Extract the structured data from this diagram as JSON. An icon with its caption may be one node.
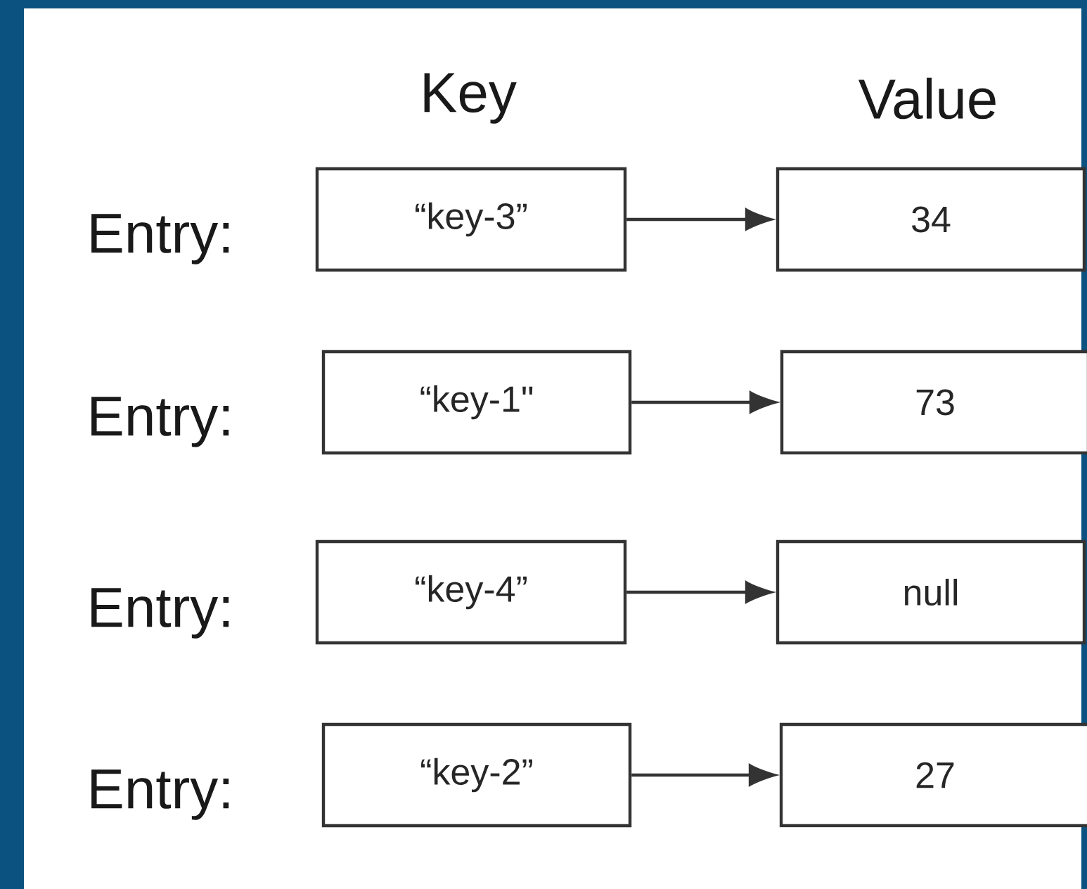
{
  "diagram": {
    "nodes": [
      {
        "text": [
          "“key-3”"
        ]
      },
      {
        "text": [
          "34"
        ]
      },
      {
        "text": [
          "“key-1\""
        ]
      },
      {
        "text": [
          "73"
        ]
      },
      {
        "text": [
          "“key-4”"
        ]
      },
      {
        "text": [
          "null"
        ]
      },
      {
        "text": [
          "“key-2”"
        ]
      },
      {
        "text": [
          "27"
        ]
      }
    ],
    "edges": [
      {
        "from": 0,
        "to": 1,
        "arrow": "to"
      },
      {
        "from": 2,
        "to": 3,
        "arrow": "to"
      },
      {
        "from": 4,
        "to": 5,
        "arrow": "to"
      },
      {
        "from": 6,
        "to": 7,
        "arrow": "to"
      }
    ],
    "labels": [
      "Key",
      "Value",
      "Entry:",
      "Entry:",
      "Entry:",
      "Entry:"
    ]
  }
}
